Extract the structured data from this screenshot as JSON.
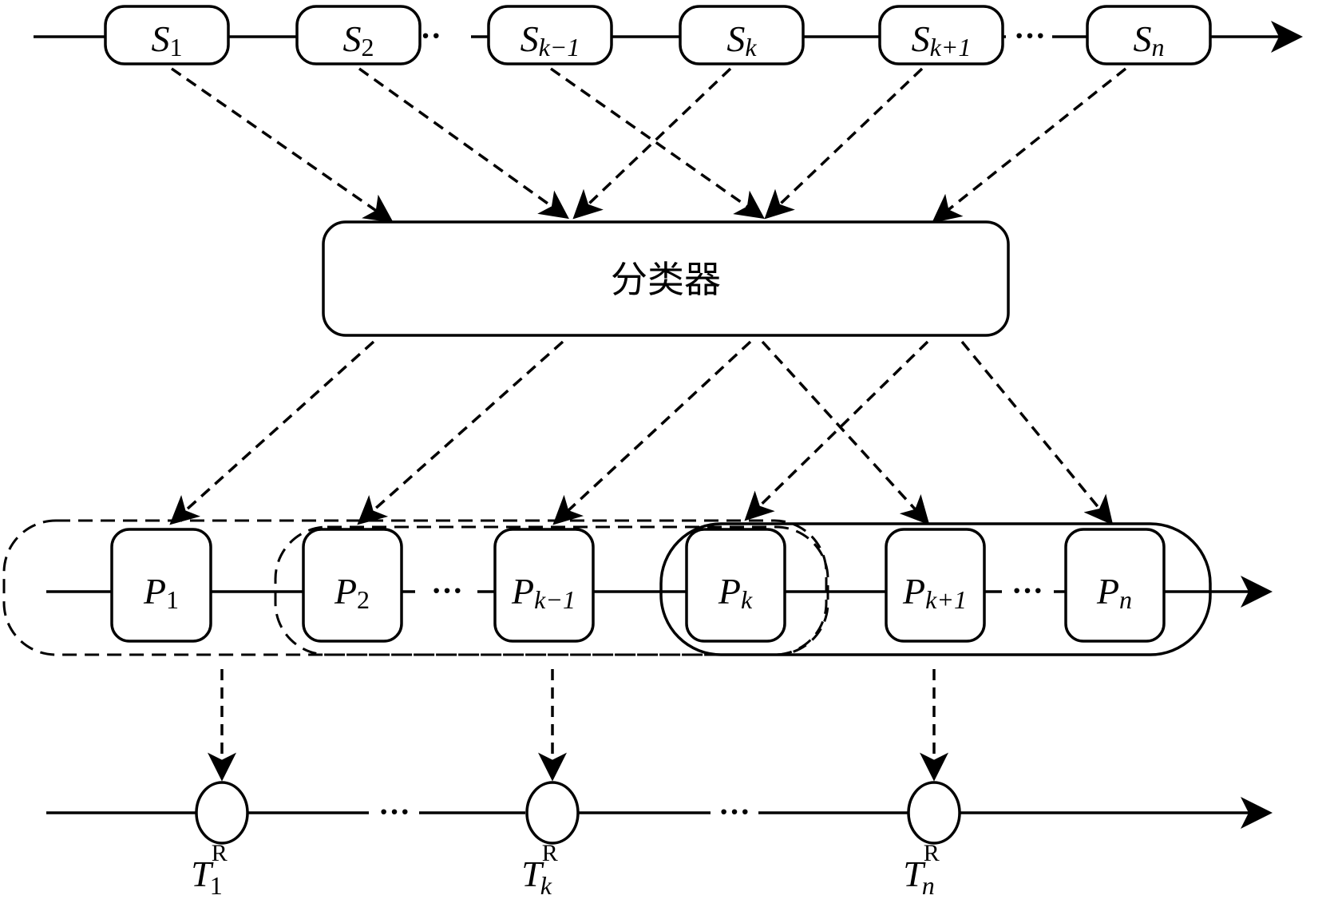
{
  "classifier": {
    "label": "分类器"
  },
  "dots": "···",
  "s_nodes": [
    {
      "main": "S",
      "sub": "1",
      "sub_italic": false
    },
    {
      "main": "S",
      "sub": "2",
      "sub_italic": false
    },
    {
      "main": "S",
      "sub": "k−1",
      "sub_italic": true
    },
    {
      "main": "S",
      "sub": "k",
      "sub_italic": true
    },
    {
      "main": "S",
      "sub": "k+1",
      "sub_italic": true
    },
    {
      "main": "S",
      "sub": "n",
      "sub_italic": true
    }
  ],
  "p_nodes": [
    {
      "main": "P",
      "sub": "1",
      "sub_italic": false
    },
    {
      "main": "P",
      "sub": "2",
      "sub_italic": false
    },
    {
      "main": "P",
      "sub": "k−1",
      "sub_italic": true
    },
    {
      "main": "P",
      "sub": "k",
      "sub_italic": true
    },
    {
      "main": "P",
      "sub": "k+1",
      "sub_italic": true
    },
    {
      "main": "P",
      "sub": "n",
      "sub_italic": true
    }
  ],
  "t_nodes": [
    {
      "main": "T",
      "sub": "1",
      "sub_italic": false,
      "sup": "R"
    },
    {
      "main": "T",
      "sub": "k",
      "sub_italic": true,
      "sup": "R"
    },
    {
      "main": "T",
      "sub": "n",
      "sub_italic": true,
      "sup": "R"
    }
  ]
}
